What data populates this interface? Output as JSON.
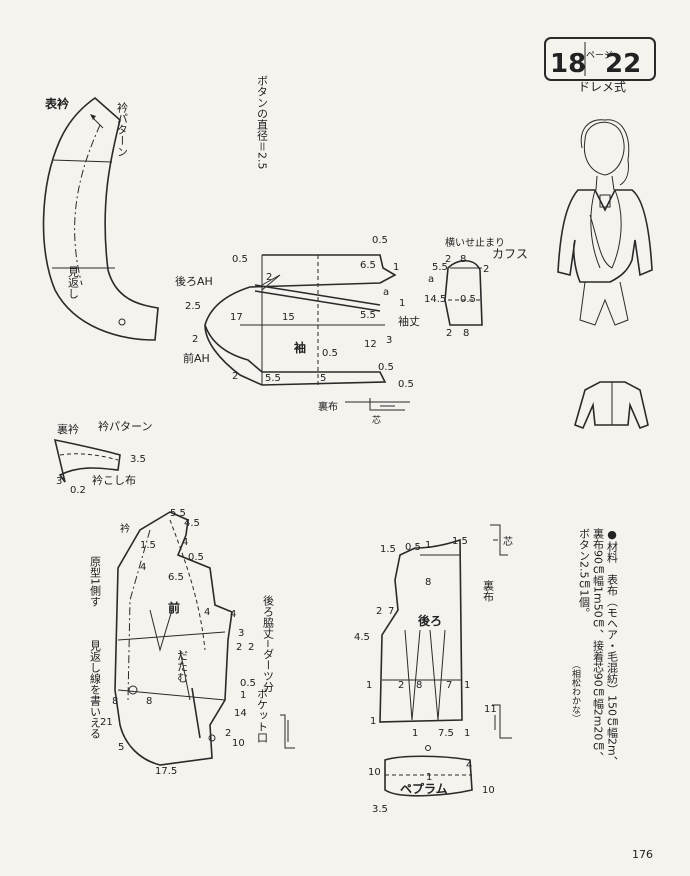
{
  "header": {
    "page_number_left": "18",
    "page_unit": "ページ",
    "page_number_right": "22",
    "style": "ドレメ式"
  },
  "collar": {
    "title": "表衿",
    "pattern_label": "衿パターン",
    "facing_label": "見返し"
  },
  "under_collar": {
    "title": "裏衿",
    "pattern_label": "衿パターン",
    "roll_label": "衿こし布",
    "dims": [
      "3.5",
      "3",
      "0.2"
    ]
  },
  "button_note": "ボタンの直径＝2.5",
  "sleeve": {
    "label": "袖",
    "back_ah": "後ろAH",
    "front_ah": "前AH",
    "sleeve_hem": "袖丈",
    "lining": "裏布",
    "lining_note": "芯",
    "dims": [
      "0.5",
      "2",
      "6.5",
      "1",
      "0.5",
      "2.5",
      "17",
      "15",
      "a",
      "1",
      "5.5",
      "3",
      "12",
      "2",
      "0.5",
      "2",
      "5.5",
      "5",
      "0.5",
      "0.5"
    ]
  },
  "cuff": {
    "label": "カフス",
    "ease_label": "横いせ止まり",
    "dims": [
      "2",
      "8",
      "5.5",
      "2",
      "a",
      "14.5",
      "0.5",
      "2",
      "8"
    ]
  },
  "front": {
    "label": "前",
    "collar_mark": "衿",
    "dart_label": "だたむ",
    "side_note": "後ろ脇丈−ダーツ分",
    "pocket_label": "ポケット口",
    "vertical_notes": [
      "原型1側す",
      "見返し線を書いえる"
    ],
    "dims": [
      "5.5",
      "4.5",
      "1.5",
      "4",
      "0.5",
      "4",
      "6.5",
      "4",
      "4",
      "3",
      "2",
      "2",
      "0.5",
      "1",
      "14",
      "8",
      "8",
      "10",
      "21",
      "2",
      "5",
      "17.5"
    ]
  },
  "back": {
    "label": "後ろ",
    "peplum_label": "ペプラム",
    "lining": "裏布",
    "interfacing": "芯",
    "dims": [
      "1.5",
      "0.5",
      "1",
      "1.5",
      "8",
      "2",
      "7",
      "4.5",
      "1",
      "8",
      "2",
      "7",
      "1",
      "1",
      "1",
      "7.5",
      "1",
      "4",
      "10",
      "1",
      "10",
      "3.5",
      "11"
    ]
  },
  "materials": {
    "lines": [
      "●材料　表布（モヘア・毛混紡）150㎝幅2m、",
      "裏布90㎝幅1m50㎝、接着芯90㎝幅2m20㎝、",
      "ボタン2.5㎝1個。",
      "（相松わかな）"
    ]
  },
  "footer": {
    "page": "176"
  }
}
